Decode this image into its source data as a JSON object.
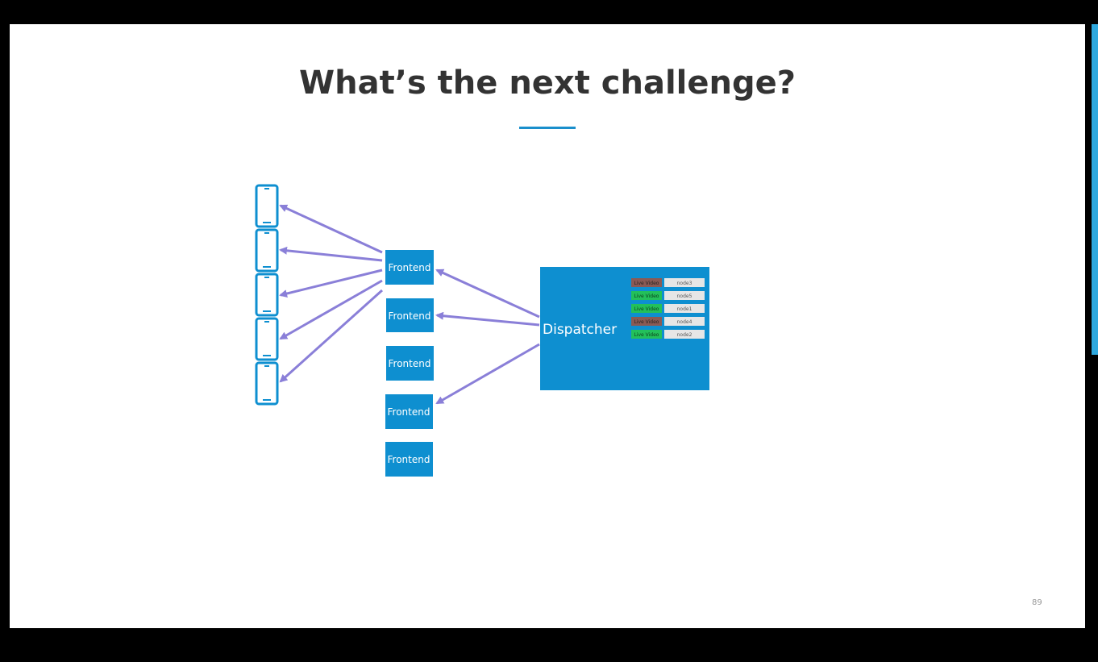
{
  "slide": {
    "title": "What’s the next challenge?",
    "page_number": "89"
  },
  "diagram": {
    "phone_count": 5,
    "frontends": [
      "Frontend",
      "Frontend",
      "Frontend",
      "Frontend",
      "Frontend"
    ],
    "dispatcher_label": "Dispatcher",
    "routing_table": [
      {
        "stream": "Live Video",
        "node": "node3",
        "status": "busy"
      },
      {
        "stream": "Live Video",
        "node": "node5",
        "status": "active"
      },
      {
        "stream": "Live Video",
        "node": "node1",
        "status": "active"
      },
      {
        "stream": "Live Video",
        "node": "node4",
        "status": "busy"
      },
      {
        "stream": "Live Video",
        "node": "node2",
        "status": "active"
      }
    ],
    "colors": {
      "box": "#0e8fd0",
      "arrow": "#8a7fd8",
      "status_active": "#23c05a",
      "status_busy": "#8a5a55",
      "node_cell": "#e6e6e6"
    }
  }
}
